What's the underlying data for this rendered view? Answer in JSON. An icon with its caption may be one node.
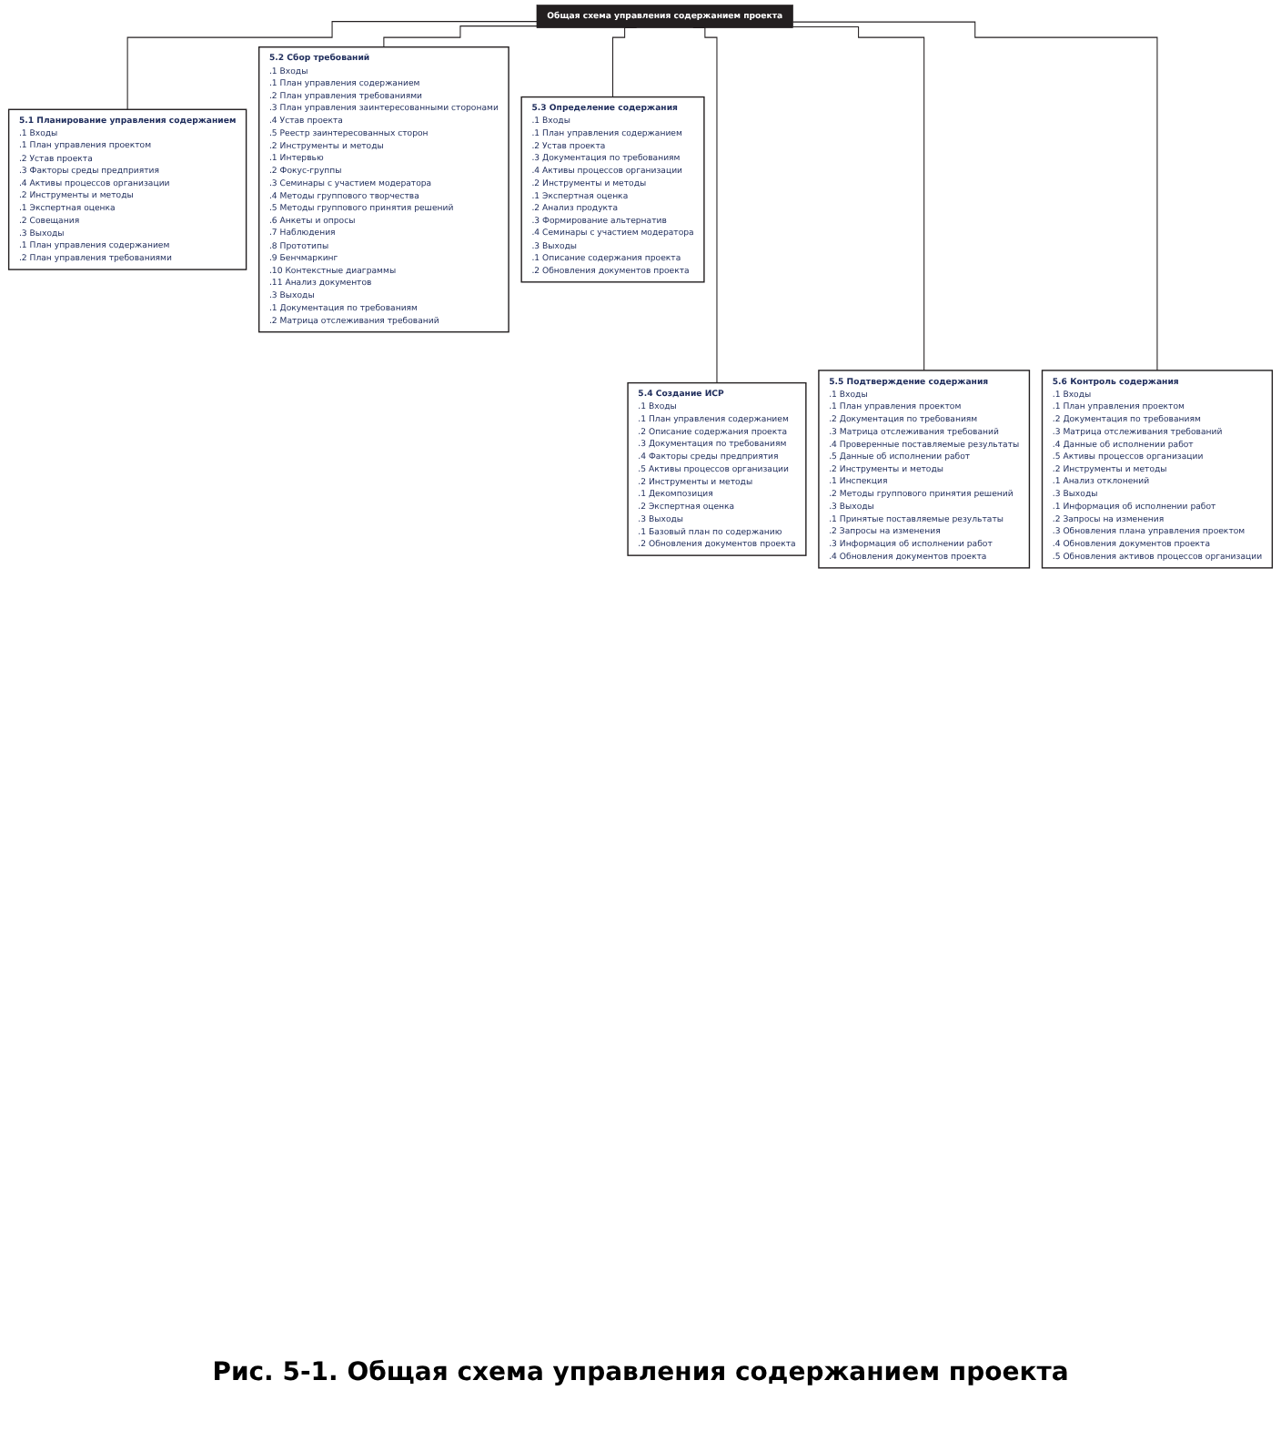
{
  "diagram": {
    "caption": "Рис. 5-1. Общая схема управления содержанием проекта",
    "nodes": [
      {
        "text": [
          "Общая схема управления содержанием проекта"
        ]
      },
      {
        "text": [
          "5.1 Планирование управления содержанием",
          ".1 Входы",
          ".1 План управления проектом",
          ".2 Устав проекта",
          ".3 Факторы среды предприятия",
          ".4 Активы процессов организации",
          ".2 Инструменты и методы",
          ".1 Экспертная оценка",
          ".2 Совещания",
          ".3 Выходы",
          ".1 План управления содержанием",
          ".2 План управления требованиями"
        ]
      },
      {
        "text": [
          "5.2 Сбор требований",
          ".1 Входы",
          ".1 План управления содержанием",
          ".2 План управления требованиями",
          ".3 План управления заинтересованными сторонами",
          ".4 Устав проекта",
          ".5 Реестр заинтересованных сторон",
          ".2 Инструменты и методы",
          ".1 Интервью",
          ".2 Фокус-группы",
          ".3 Семинары с участием модератора",
          ".4 Методы группового творчества",
          ".5 Методы группового принятия решений",
          ".6 Анкеты и опросы",
          ".7 Наблюдения",
          ".8 Прототипы",
          ".9 Бенчмаркинг",
          ".10 Контекстные диаграммы",
          ".11 Анализ документов",
          ".3 Выходы",
          ".1 Документация по требованиям",
          ".2 Матрица отслеживания требований"
        ]
      },
      {
        "text": [
          "5.3 Определение содержания",
          ".1 Входы",
          ".1 План управления содержанием",
          ".2 Устав проекта",
          ".3 Документация по требованиям",
          ".4 Активы процессов организации",
          ".2 Инструменты и методы",
          ".1 Экспертная оценка",
          ".2 Анализ продукта",
          ".3 Формирование альтернатив",
          ".4 Семинары с участием модератора",
          ".3 Выходы",
          ".1 Описание содержания проекта",
          ".2 Обновления документов проекта"
        ]
      },
      {
        "text": [
          "5.4 Создание ИСР",
          ".1 Входы",
          ".1 План управления содержанием",
          ".2 Описание содержания проекта",
          ".3 Документация по требованиям",
          ".4 Факторы среды предприятия",
          ".5 Активы процессов организации",
          ".2 Инструменты и методы",
          ".1 Декомпозиция",
          ".2 Экспертная оценка",
          ".3 Выходы",
          ".1 Базовый план по содержанию",
          ".2 Обновления документов проекта"
        ]
      },
      {
        "text": [
          "5.5 Подтверждение содержания",
          ".1 Входы",
          ".1 План управления проектом",
          ".2 Документация по требованиям",
          ".3 Матрица отслеживания требований",
          ".4 Проверенные поставляемые результаты",
          ".5 Данные об исполнении работ",
          ".2 Инструменты и методы",
          ".1 Инспекция",
          ".2 Методы группового принятия решений",
          ".3 Выходы",
          ".1 Принятые поставляемые результаты",
          ".2 Запросы на изменения",
          ".3 Информация об исполнении работ",
          ".4 Обновления документов проекта"
        ]
      },
      {
        "text": [
          "5.6 Контроль содержания",
          ".1 Входы",
          ".1 План управления проектом",
          ".2 Документация по требованиям",
          ".3 Матрица отслеживания требований",
          ".4 Данные об исполнении работ",
          ".5 Активы процессов организации",
          ".2 Инструменты и методы",
          ".1 Анализ отклонений",
          ".3 Выходы",
          ".1 Информация об исполнении работ",
          ".2 Запросы на изменения",
          ".3 Обновления плана управления проектом",
          ".4 Обновления документов проекта",
          ".5 Обновления активов процессов организации"
        ]
      }
    ],
    "edges": [
      {
        "from": 0,
        "to": 1,
        "arrow": "none"
      },
      {
        "from": 0,
        "to": 2,
        "arrow": "none"
      },
      {
        "from": 0,
        "to": 3,
        "arrow": "none"
      },
      {
        "from": 0,
        "to": 4,
        "arrow": "none"
      },
      {
        "from": 0,
        "to": 5,
        "arrow": "none"
      },
      {
        "from": 0,
        "to": 6,
        "arrow": "none"
      }
    ]
  }
}
